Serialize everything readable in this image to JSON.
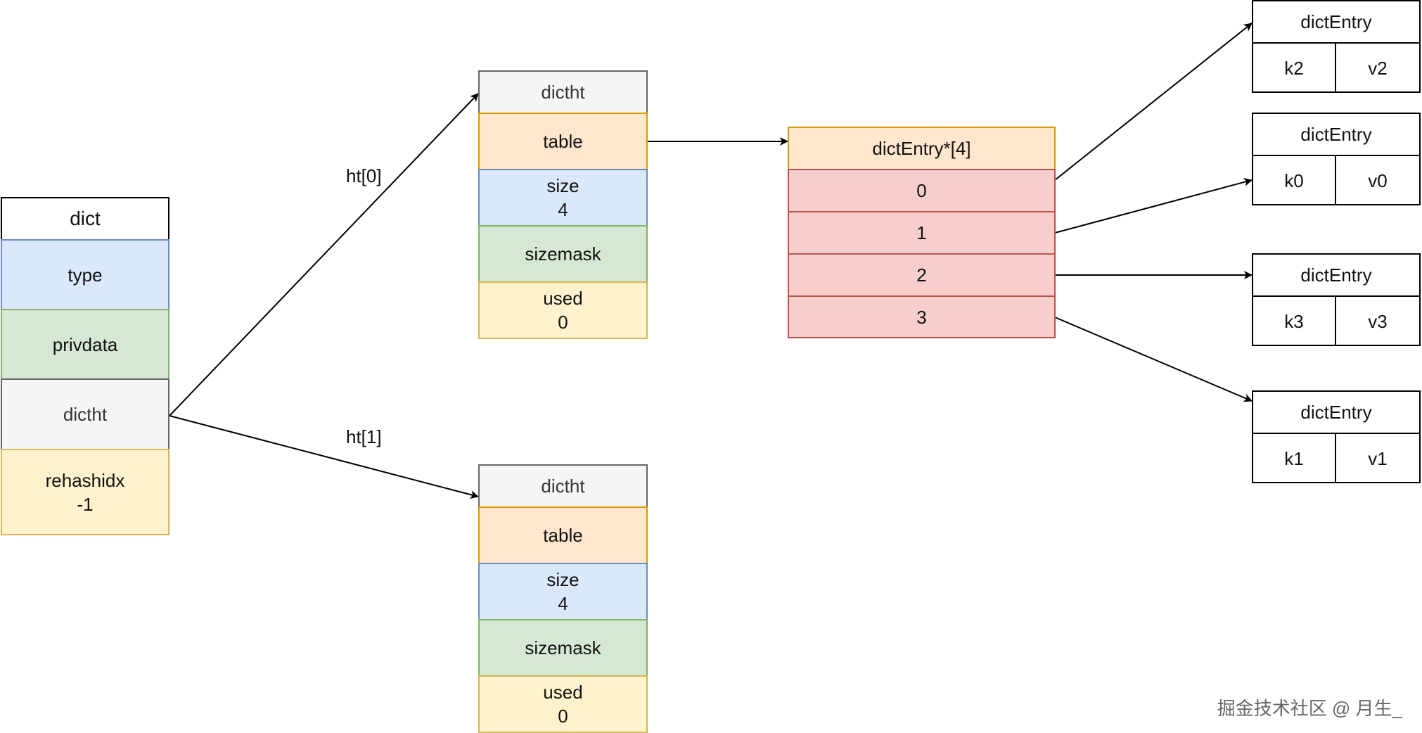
{
  "dict": {
    "title": "dict",
    "type": "type",
    "privdata": "privdata",
    "dictht": "dictht",
    "rehashidx_label": "rehashidx",
    "rehashidx_value": "-1"
  },
  "edge_labels": {
    "ht0": "ht[0]",
    "ht1": "ht[1]"
  },
  "ht0": {
    "title": "dictht",
    "table": "table",
    "size_label": "size",
    "size_value": "4",
    "sizemask": "sizemask",
    "used_label": "used",
    "used_value": "0"
  },
  "ht1": {
    "title": "dictht",
    "table": "table",
    "size_label": "size",
    "size_value": "4",
    "sizemask": "sizemask",
    "used_label": "used",
    "used_value": "0"
  },
  "bucket_array": {
    "title": "dictEntry*[4]",
    "slots": [
      "0",
      "1",
      "2",
      "3"
    ]
  },
  "entries": [
    {
      "title": "dictEntry",
      "key": "k2",
      "value": "v2"
    },
    {
      "title": "dictEntry",
      "key": "k0",
      "value": "v0"
    },
    {
      "title": "dictEntry",
      "key": "k3",
      "value": "v3"
    },
    {
      "title": "dictEntry",
      "key": "k1",
      "value": "v1"
    }
  ],
  "watermark": "掘金技术社区 @ 月生_"
}
